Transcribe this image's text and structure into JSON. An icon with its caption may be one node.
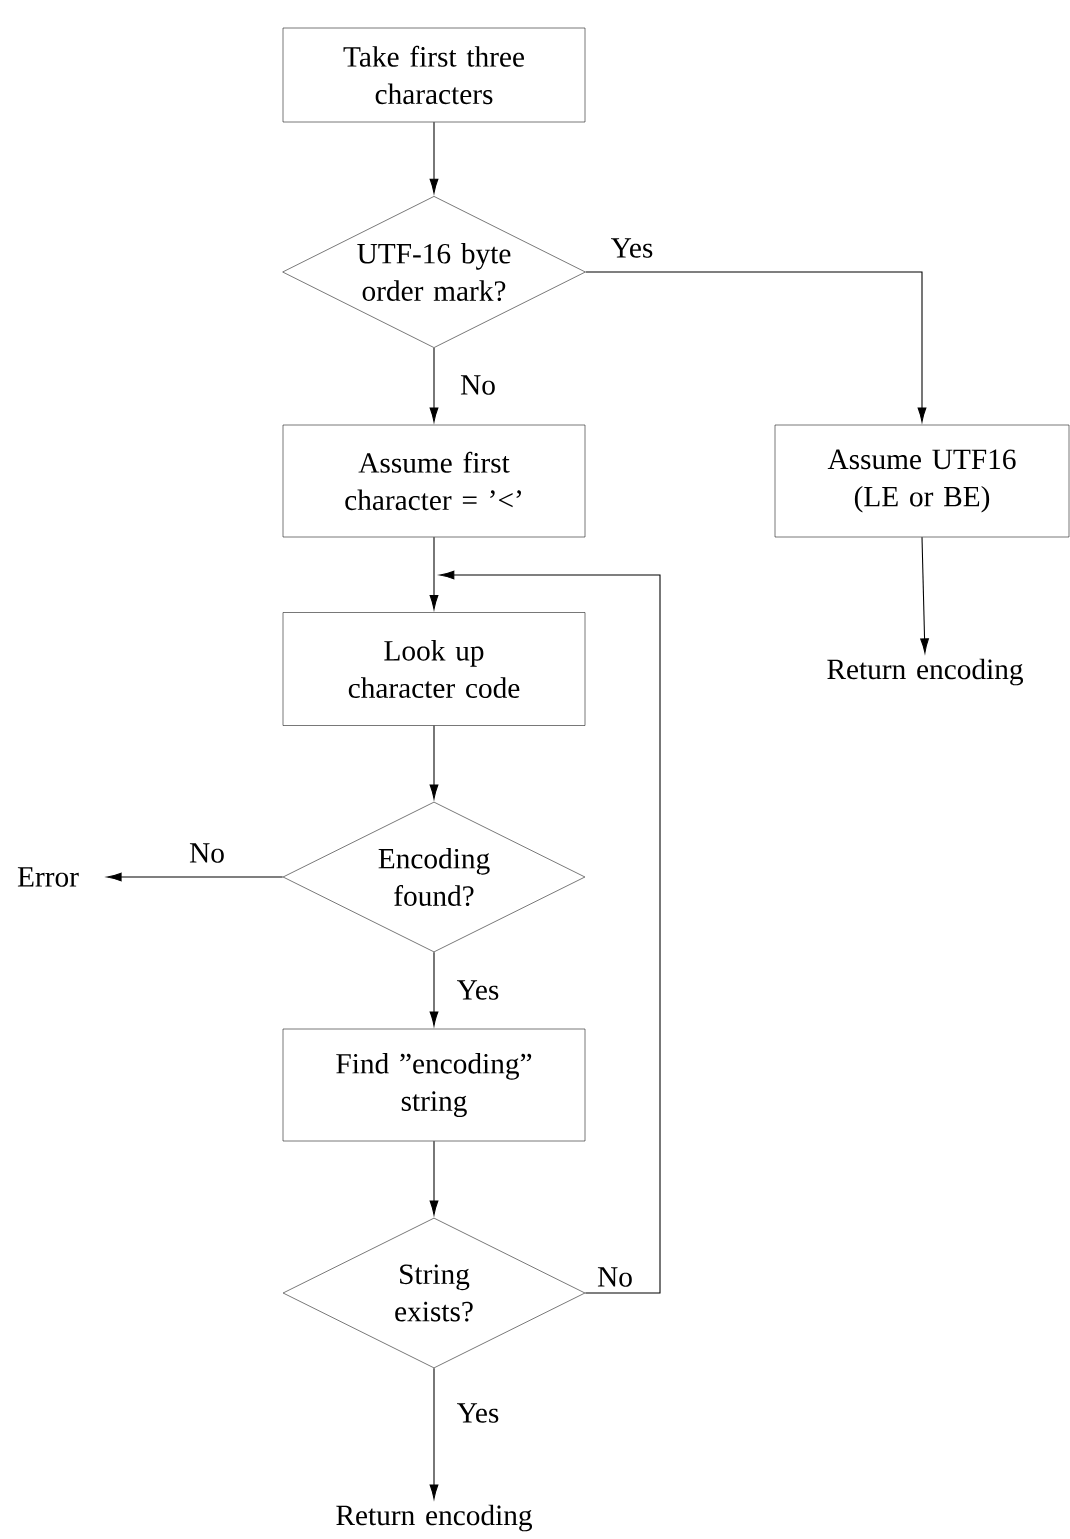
{
  "diagram": {
    "nodes": [
      {
        "text": [
          "Take first three characters"
        ]
      },
      {
        "text": [
          "UTF-16 byte order mark?"
        ]
      },
      {
        "text": [
          "Assume first character = ’<’"
        ]
      },
      {
        "text": [
          "Assume UTF16 (LE or BE)"
        ]
      },
      {
        "text": [
          "Return encoding"
        ]
      },
      {
        "text": [
          "Look up character code"
        ]
      },
      {
        "text": [
          "Encoding found?"
        ]
      },
      {
        "text": [
          "Error"
        ]
      },
      {
        "text": [
          "Find ”encoding” string"
        ]
      },
      {
        "text": [
          "String exists?"
        ]
      },
      {
        "text": [
          "Return encoding"
        ]
      }
    ],
    "edges": [
      {
        "from": 0,
        "to": 1,
        "arrow": "to"
      },
      {
        "from": 1,
        "to": 3,
        "arrow": "to",
        "label": "Yes"
      },
      {
        "from": 1,
        "to": 2,
        "arrow": "to",
        "label": "No"
      },
      {
        "from": 3,
        "to": 4,
        "arrow": "to"
      },
      {
        "from": 2,
        "to": 5,
        "arrow": "to"
      },
      {
        "from": 5,
        "to": 6,
        "arrow": "to"
      },
      {
        "from": 6,
        "to": 7,
        "arrow": "to",
        "label": "No"
      },
      {
        "from": 6,
        "to": 8,
        "arrow": "to",
        "label": "Yes"
      },
      {
        "from": 8,
        "to": 9,
        "arrow": "to"
      },
      {
        "from": 9,
        "to": 5,
        "arrow": "to",
        "label": "No"
      },
      {
        "from": 9,
        "to": 10,
        "arrow": "to",
        "label": "Yes"
      }
    ]
  }
}
